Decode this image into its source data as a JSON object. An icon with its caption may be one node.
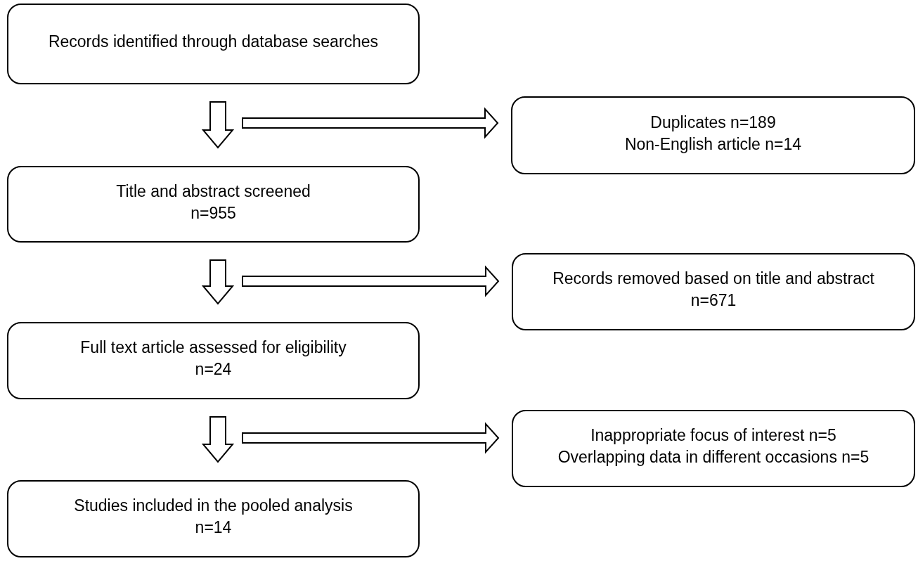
{
  "diagram": {
    "nodes": [
      {
        "text": [
          "Records identified through database searches"
        ]
      },
      {
        "text": [
          "Duplicates n=189",
          "Non-English article n=14"
        ]
      },
      {
        "text": [
          "Title and abstract screened",
          "n=955"
        ]
      },
      {
        "text": [
          "Records removed based on title and abstract",
          "n=671"
        ]
      },
      {
        "text": [
          "Full text article assessed for eligibility",
          "n=24"
        ]
      },
      {
        "text": [
          "Inappropriate focus of interest n=5",
          "Overlapping data in different occasions n=5"
        ]
      },
      {
        "text": [
          "Studies included in the pooled analysis",
          "n=14"
        ]
      }
    ],
    "edges": [
      {
        "from": 0,
        "to": 2,
        "arrow": "to"
      },
      {
        "from": 0,
        "to": 1,
        "arrow": "to"
      },
      {
        "from": 2,
        "to": 4,
        "arrow": "to"
      },
      {
        "from": 2,
        "to": 3,
        "arrow": "to"
      },
      {
        "from": 4,
        "to": 6,
        "arrow": "to"
      },
      {
        "from": 4,
        "to": 5,
        "arrow": "to"
      }
    ]
  }
}
